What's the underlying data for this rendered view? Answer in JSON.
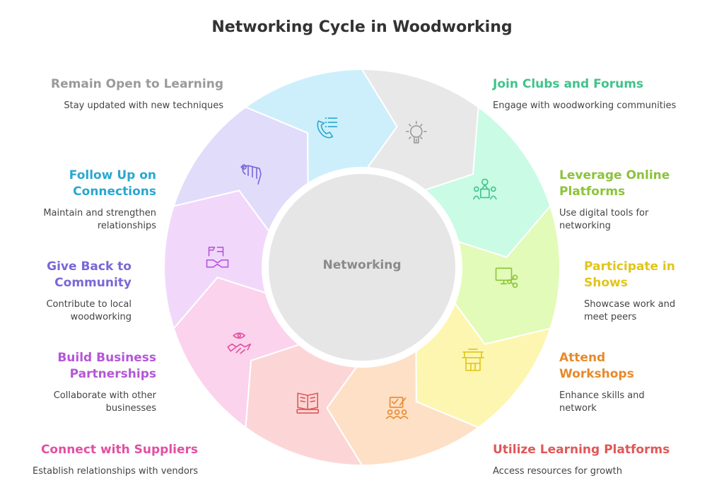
{
  "title": "Networking Cycle in Woodworking",
  "center": "Networking",
  "steps": [
    {
      "title": "Join Clubs and Forums",
      "desc": "Engage with woodworking communities",
      "color": "#3fc38a",
      "fill": "#c9fbe5",
      "icon": "group-meeting-icon"
    },
    {
      "title": "Leverage Online Platforms",
      "desc": "Use digital tools for networking",
      "color": "#8cc33a",
      "fill": "#e2fbb8",
      "icon": "computer-network-icon"
    },
    {
      "title": "Participate in Shows",
      "desc": "Showcase work and meet peers",
      "color": "#e1c51a",
      "fill": "#fdf6b0",
      "icon": "exhibition-stand-icon"
    },
    {
      "title": "Attend Workshops",
      "desc": "Enhance skills and network",
      "color": "#e78a2c",
      "fill": "#fde0c6",
      "icon": "workshop-class-icon"
    },
    {
      "title": "Utilize Learning Platforms",
      "desc": "Access resources for growth",
      "color": "#e05757",
      "fill": "#fcd6d6",
      "icon": "open-book-icon"
    },
    {
      "title": "Connect with Suppliers",
      "desc": "Establish relationships with vendors",
      "color": "#e24fa2",
      "fill": "#fbd3ec",
      "icon": "handshake-eye-icon"
    },
    {
      "title": "Build Business Partnerships",
      "desc": "Collaborate with other businesses",
      "color": "#b456d8",
      "fill": "#f1d8fb",
      "icon": "partnership-flag-icon"
    },
    {
      "title": "Give Back to Community",
      "desc": "Contribute to local woodworking",
      "color": "#7a67d6",
      "fill": "#e2dcfb",
      "icon": "giving-hand-icon"
    },
    {
      "title": "Follow Up on Connections",
      "desc": "Maintain and strengthen relationships",
      "color": "#2aa7cf",
      "fill": "#cdeffb",
      "icon": "phone-list-icon"
    },
    {
      "title": "Remain Open to Learning",
      "desc": "Stay updated with new techniques",
      "color": "#9a9a9a",
      "fill": "#e8e8e8",
      "icon": "gear-bulb-icon"
    }
  ]
}
